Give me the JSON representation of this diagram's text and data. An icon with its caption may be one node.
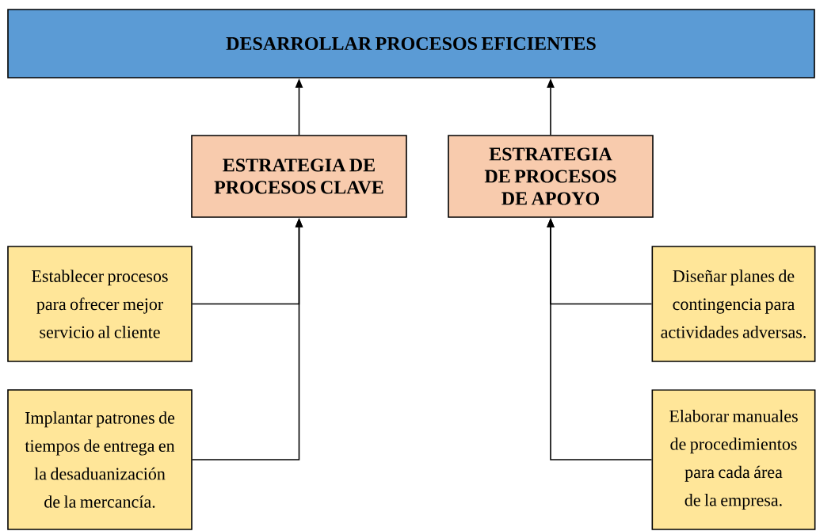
{
  "diagram": {
    "nodes": [
      {
        "text": [
          "DESARROLLAR PROCESOS EFICIENTES"
        ]
      },
      {
        "text": [
          "ESTRATEGIA DE PROCESOS CLAVE"
        ]
      },
      {
        "text": [
          "ESTRATEGIA DE PROCESOS DE APOYO"
        ]
      },
      {
        "text": [
          "Establecer procesos para ofrecer mejor servicio al cliente"
        ]
      },
      {
        "text": [
          "Implantar patrones de tiempos de entrega en la desaduanización de la mercancía."
        ]
      },
      {
        "text": [
          "Diseñar planes de contingencia para actividades adversas."
        ]
      },
      {
        "text": [
          "Elaborar manuales de procedimientos para cada área de la empresa."
        ]
      }
    ],
    "edges": [
      {
        "from": 1,
        "to": 0,
        "arrow": "to"
      },
      {
        "from": 2,
        "to": 0,
        "arrow": "to"
      },
      {
        "from": 3,
        "to": 1,
        "arrow": "to"
      },
      {
        "from": 4,
        "to": 1,
        "arrow": "to"
      },
      {
        "from": 5,
        "to": 2,
        "arrow": "to"
      },
      {
        "from": 6,
        "to": 2,
        "arrow": "to"
      }
    ]
  }
}
